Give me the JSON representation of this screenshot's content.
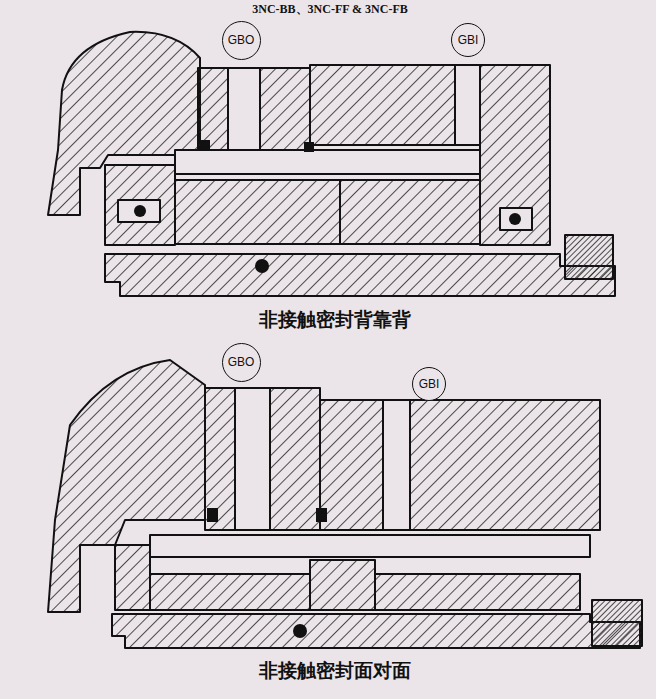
{
  "diagram": {
    "nodes": [
      {
        "text": [
          "GBO"
        ]
      },
      {
        "text": [
          "GBI"
        ]
      },
      {
        "text": [
          "GBO"
        ]
      },
      {
        "text": [
          "GBI"
        ]
      }
    ],
    "labels": [
      "3NC-BB、3NC-FF & 3NC-FB",
      "非接触密封背靠背",
      "非接触密封面对面"
    ]
  }
}
